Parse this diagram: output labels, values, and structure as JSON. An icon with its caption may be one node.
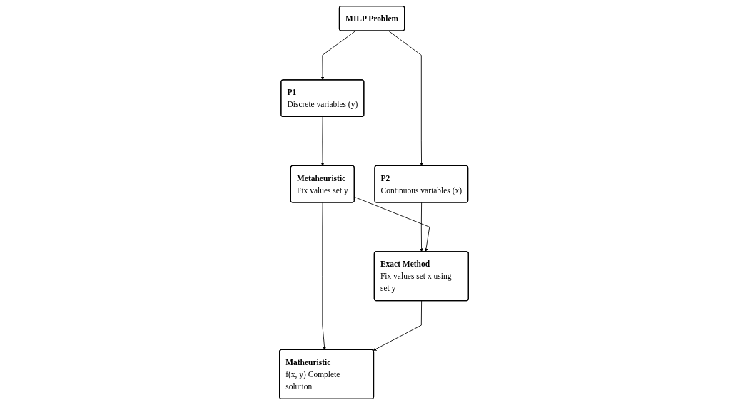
{
  "diagram": {
    "nodes": [
      {
        "text": [
          "MILP Problem"
        ]
      },
      {
        "text": [
          "P1",
          "Discrete variables (y)"
        ]
      },
      {
        "text": [
          "P2",
          "Continuous variables (x)"
        ]
      },
      {
        "text": [
          "Metaheuristic",
          "Fix values set y"
        ]
      },
      {
        "text": [
          "Exact Method",
          "Fix values set x using set y"
        ]
      },
      {
        "text": [
          "Matheuristic",
          "f(x, y) Complete solution"
        ]
      }
    ],
    "edges": [
      {
        "from": 0,
        "to": 1,
        "arrow": "to"
      },
      {
        "from": 0,
        "to": 2,
        "arrow": "to"
      },
      {
        "from": 1,
        "to": 3,
        "arrow": "to"
      },
      {
        "from": 2,
        "to": 4,
        "arrow": "to"
      },
      {
        "from": 3,
        "to": 4,
        "arrow": "to"
      },
      {
        "from": 3,
        "to": 5,
        "arrow": "to"
      },
      {
        "from": 4,
        "to": 5,
        "arrow": "to"
      }
    ]
  }
}
